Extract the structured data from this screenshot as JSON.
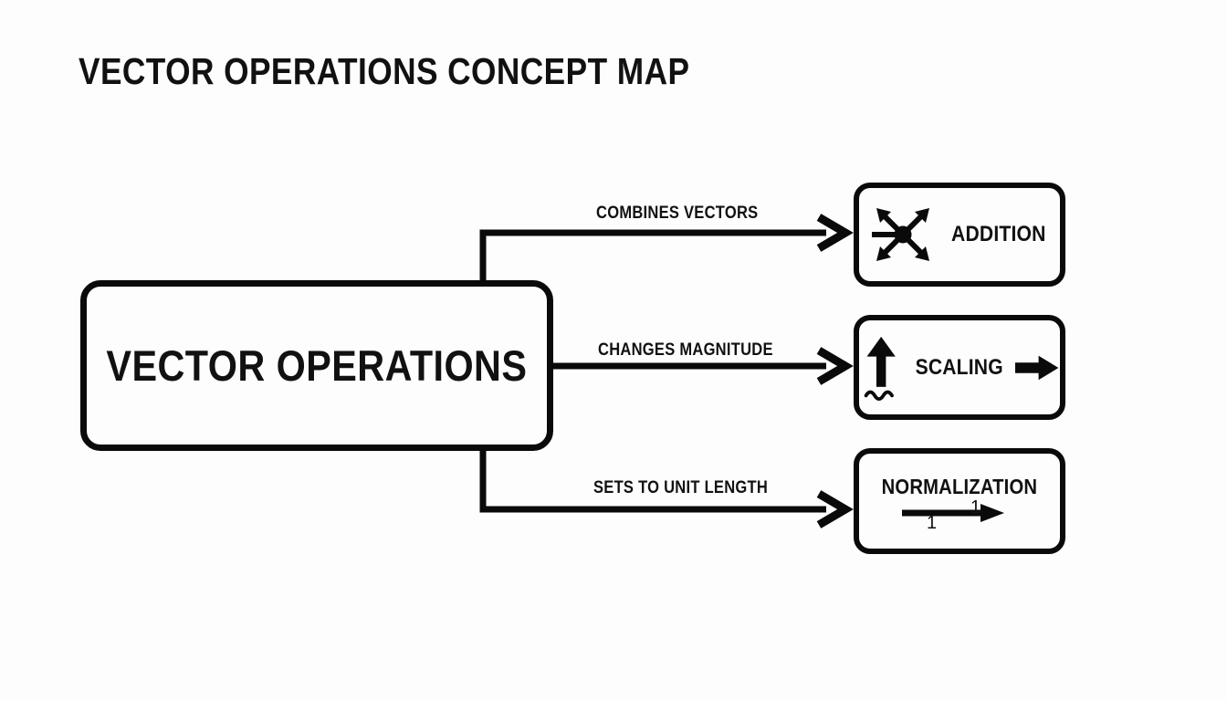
{
  "page": {
    "title": "VECTOR OPERATIONS CONCEPT MAP",
    "background_color": "#fdfdfd",
    "ink_color": "#0a0a0a"
  },
  "root": {
    "label": "VECTOR OPERATIONS"
  },
  "edges": [
    {
      "id": "addition",
      "label": "COMBINES VECTORS"
    },
    {
      "id": "scaling",
      "label": "CHANGES MAGNITUDE"
    },
    {
      "id": "normalization",
      "label": "SETS TO UNIT LENGTH"
    }
  ],
  "nodes": [
    {
      "id": "addition",
      "label": "ADDITION",
      "icon": "four-way-arrow-star-icon"
    },
    {
      "id": "scaling",
      "label": "SCALING",
      "icon_left": "up-arrow-with-wave-icon",
      "icon_right": "right-block-arrow-icon"
    },
    {
      "id": "normalization",
      "label": "NORMALIZATION",
      "icon": "unit-vector-arrow-icon",
      "annotations": {
        "head_value": "1",
        "length_value": "1"
      }
    }
  ]
}
